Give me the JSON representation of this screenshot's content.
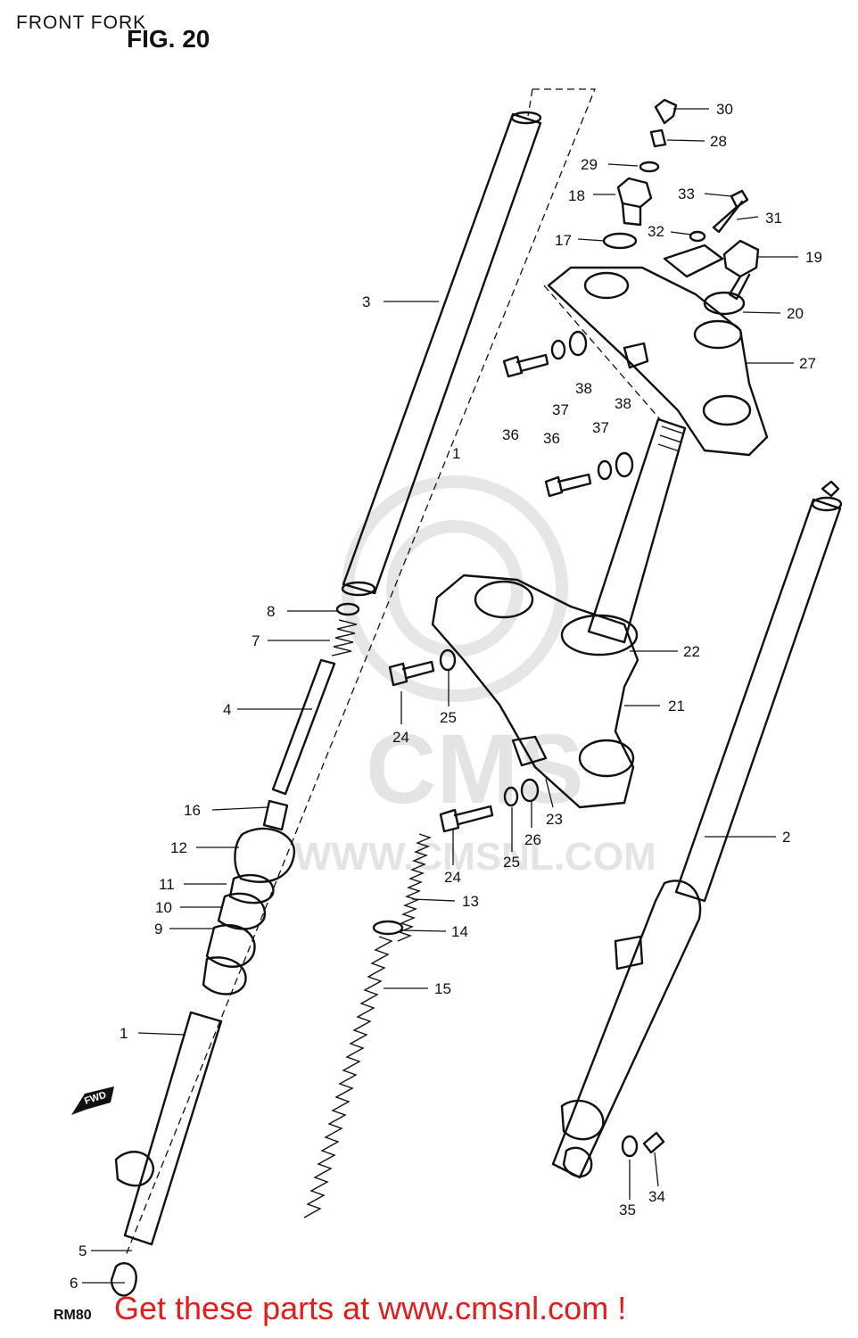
{
  "header": {
    "title": "FRONT FORK",
    "figure": "FIG. 20"
  },
  "footer": {
    "diagram_code": "RM80",
    "promo": "Get these parts at www.cmsnl.com !"
  },
  "watermark": {
    "brand": "CMS",
    "url": "WWW.CMSNL.COM"
  },
  "fwd_arrow": "FWD",
  "callouts": [
    {
      "id": "c30",
      "text": "30"
    },
    {
      "id": "c28",
      "text": "28"
    },
    {
      "id": "c29",
      "text": "29"
    },
    {
      "id": "c18",
      "text": "18"
    },
    {
      "id": "c33",
      "text": "33"
    },
    {
      "id": "c31",
      "text": "31"
    },
    {
      "id": "c32",
      "text": "32"
    },
    {
      "id": "c17",
      "text": "17"
    },
    {
      "id": "c19",
      "text": "19"
    },
    {
      "id": "c3",
      "text": "3"
    },
    {
      "id": "c20",
      "text": "20"
    },
    {
      "id": "c27",
      "text": "27"
    },
    {
      "id": "c36a",
      "text": "36"
    },
    {
      "id": "c37a",
      "text": "37"
    },
    {
      "id": "c38a",
      "text": "38"
    },
    {
      "id": "c36b",
      "text": "36"
    },
    {
      "id": "c37b",
      "text": "37"
    },
    {
      "id": "c38b",
      "text": "38"
    },
    {
      "id": "c1top",
      "text": "1"
    },
    {
      "id": "c8",
      "text": "8"
    },
    {
      "id": "c7",
      "text": "7"
    },
    {
      "id": "c22",
      "text": "22"
    },
    {
      "id": "c4",
      "text": "4"
    },
    {
      "id": "c21",
      "text": "21"
    },
    {
      "id": "c24a",
      "text": "24"
    },
    {
      "id": "c25a",
      "text": "25"
    },
    {
      "id": "c16",
      "text": "16"
    },
    {
      "id": "c23",
      "text": "23"
    },
    {
      "id": "c2",
      "text": "2"
    },
    {
      "id": "c12",
      "text": "12"
    },
    {
      "id": "c26",
      "text": "26"
    },
    {
      "id": "c24b",
      "text": "24"
    },
    {
      "id": "c25b",
      "text": "25"
    },
    {
      "id": "c11",
      "text": "11"
    },
    {
      "id": "c13",
      "text": "13"
    },
    {
      "id": "c10",
      "text": "10"
    },
    {
      "id": "c9",
      "text": "9"
    },
    {
      "id": "c14",
      "text": "14"
    },
    {
      "id": "c15",
      "text": "15"
    },
    {
      "id": "c1",
      "text": "1"
    },
    {
      "id": "c35",
      "text": "35"
    },
    {
      "id": "c34",
      "text": "34"
    },
    {
      "id": "c5",
      "text": "5"
    },
    {
      "id": "c6",
      "text": "6"
    }
  ]
}
